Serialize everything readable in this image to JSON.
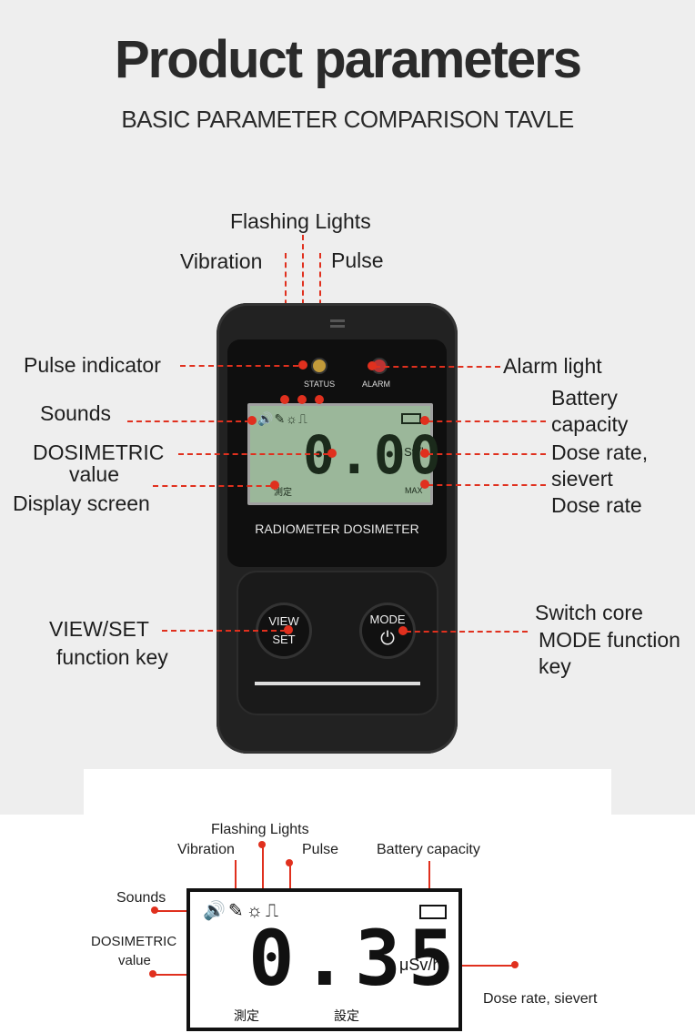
{
  "header": {
    "title": "Product parameters",
    "subtitle": "BASIC PARAMETER COMPARISON TAVLE"
  },
  "device": {
    "status_label": "STATUS",
    "alarm_label": "ALARM",
    "lcd_reading": "0.00",
    "lcd_unit": "μ Sv/h",
    "lcd_mode": "測定",
    "lcd_max": "MAX",
    "name": "RADIOMETER DOSIMETER",
    "view_button_top": "VIEW",
    "view_button_bottom": "SET",
    "mode_button_top": "MODE",
    "mode_button_icon": "⏻"
  },
  "callouts": {
    "flashing_lights": "Flashing Lights",
    "vibration": "Vibration",
    "pulse": "Pulse",
    "pulse_indicator": "Pulse indicator",
    "alarm_light": "Alarm light",
    "sounds": "Sounds",
    "battery_1": "Battery",
    "battery_2": "capacity",
    "dosimetric_1": "DOSIMETRIC",
    "dosimetric_2": "value",
    "dose_rate_sv_1": "Dose rate,",
    "dose_rate_sv_2": "sievert",
    "display_screen": "Display screen",
    "dose_rate": "Dose rate",
    "view_set_1": "VIEW/SET",
    "view_set_2": "function key",
    "switch_1": "Switch core",
    "switch_2": "MODE function",
    "switch_3": "key"
  },
  "detail": {
    "flashing_lights": "Flashing Lights",
    "vibration": "Vibration",
    "pulse": "Pulse",
    "battery_capacity": "Battery capacity",
    "sounds": "Sounds",
    "dosimetric_1": "DOSIMETRIC",
    "dosimetric_2": "value",
    "dose_rate_sievert": "Dose rate, sievert",
    "lcd_reading": "0.35",
    "lcd_unit": "μSv/h",
    "lcd_mode_1": "測定",
    "lcd_mode_2": "設定"
  },
  "icons": {
    "speaker": "speaker-icon",
    "vibration": "vibration-icon",
    "light": "flashing-light-icon",
    "pulse": "pulse-icon",
    "battery": "battery-icon",
    "power": "power-icon"
  },
  "colors": {
    "callout": "#e0301e",
    "device_body": "#222222",
    "lcd_green": "#9bb79a"
  }
}
